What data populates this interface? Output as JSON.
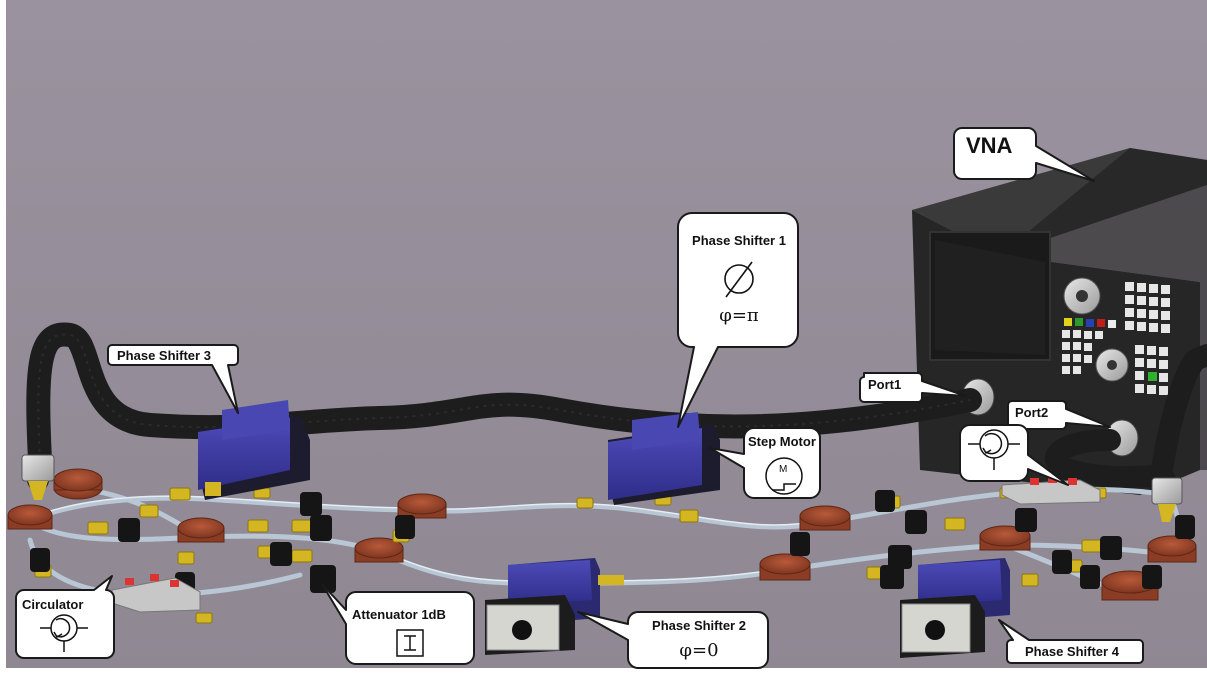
{
  "labels": {
    "vna": "VNA",
    "phase_shifter_1": "Phase Shifter 1",
    "phase_shifter_1_phase": "φ=π",
    "phase_shifter_2": "Phase Shifter 2",
    "phase_shifter_2_phase": "φ=0",
    "phase_shifter_3": "Phase Shifter 3",
    "phase_shifter_4": "Phase Shifter 4",
    "step_motor": "Step Motor",
    "motor_symbol_letter": "M",
    "port1": "Port1",
    "port2": "Port2",
    "circulator": "Circulator",
    "attenuator": "Attenuator 1dB"
  },
  "icons": {
    "phase_shifter_symbol": "empty-set-icon",
    "circulator_symbol": "circulator-icon",
    "attenuator_symbol": "attenuator-icon",
    "motor_symbol": "step-motor-icon"
  },
  "colors": {
    "background": "#968e9a",
    "cable": "#1c1c1c",
    "tube": "#b6c4d2",
    "phase_shifter_body": "#3c3a9c",
    "connector": "#d4b622",
    "hybrid_disc": "#a24a2e",
    "vna_body": "#2a2a2a"
  }
}
